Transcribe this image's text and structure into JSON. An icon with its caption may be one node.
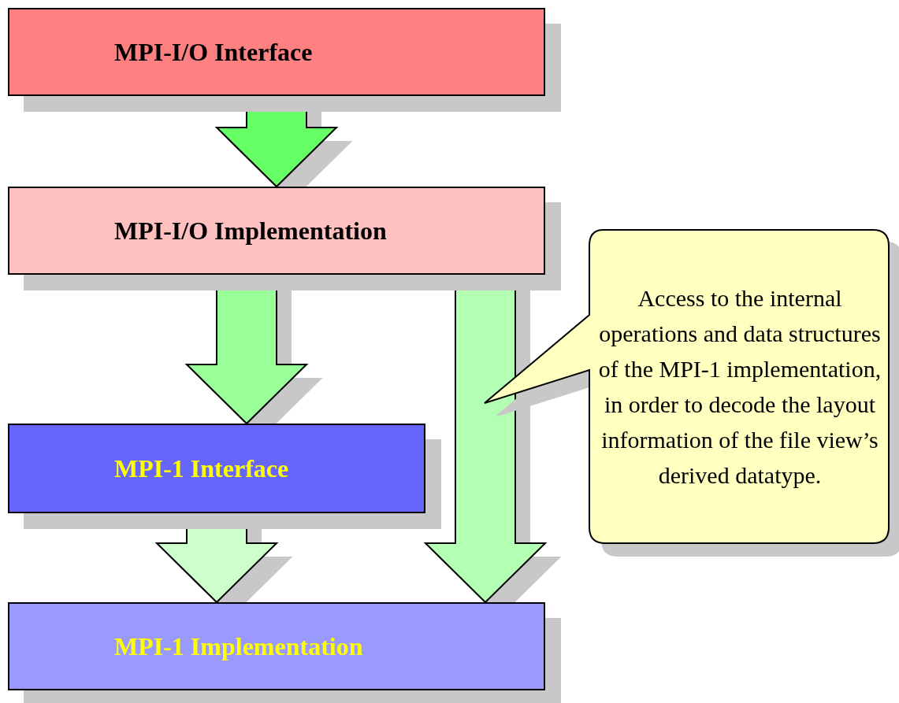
{
  "diagram": {
    "nodes": [
      {
        "text": [
          "MPI-I/O Interface"
        ]
      },
      {
        "text": [
          "MPI-I/O Implementation"
        ]
      },
      {
        "text": [
          "MPI-1 Interface"
        ]
      },
      {
        "text": [
          "MPI-1 Implementation"
        ]
      },
      {
        "text": [
          "Access to the internal operations and data structures of the MPI-1 implementation, in order to decode the layout information of the file view’s derived datatype."
        ]
      }
    ],
    "edges": [
      {
        "from": 0,
        "to": 1,
        "arrow": "to",
        "color": "#66ff66"
      },
      {
        "from": 1,
        "to": 2,
        "arrow": "to",
        "color": "#99ff99"
      },
      {
        "from": 2,
        "to": 3,
        "arrow": "to",
        "color": "#ccffcc"
      },
      {
        "from": 1,
        "to": 3,
        "arrow": "to",
        "color": "#b3ffb3"
      }
    ]
  }
}
